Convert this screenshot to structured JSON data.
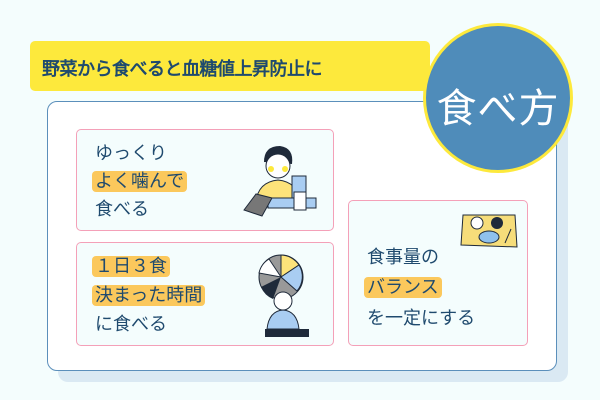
{
  "banner": {
    "text": "野菜から食べると血糖値上昇防止に"
  },
  "badge": {
    "text": "食べ方"
  },
  "cards": [
    {
      "lines": [
        "ゆっくり",
        "よく噛んで",
        "食べる"
      ],
      "illustration": "person-eating-slowly"
    },
    {
      "lines": [
        "１日３食",
        "決まった時間",
        "に食べる"
      ],
      "illustration": "person-with-clock-pie"
    },
    {
      "lines": [
        "食事量の",
        "バランス",
        "を一定にする"
      ],
      "illustration": "meal-tray"
    }
  ],
  "colors": {
    "banner": "#fde93c",
    "badge": "#4f8cba",
    "highlight": "#fbc85c",
    "card_border": "#f4a0b8",
    "text": "#1f4a6e"
  }
}
